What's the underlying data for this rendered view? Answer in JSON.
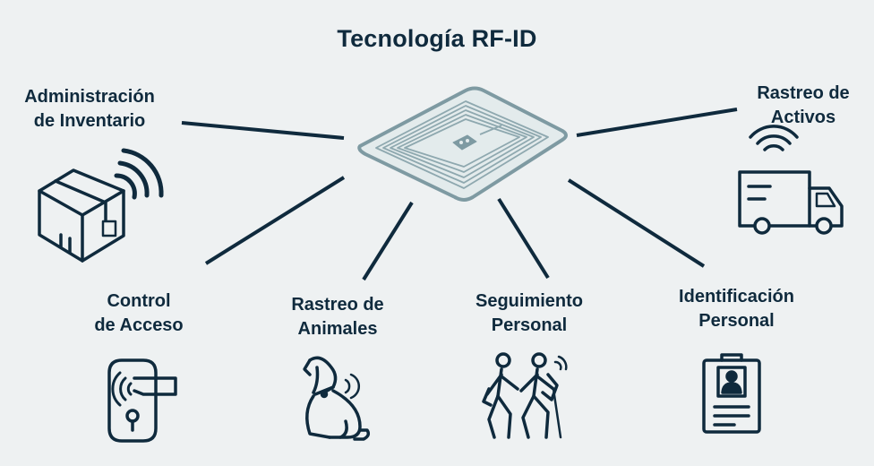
{
  "title": "Tecnología RF-ID",
  "center": {
    "icon": "rfid-tag-icon"
  },
  "applications": [
    {
      "id": "inventario",
      "lines": [
        "Administración",
        "de Inventario"
      ],
      "icon": "rfid-box-icon"
    },
    {
      "id": "activos",
      "lines": [
        "Rastreo de",
        "Activos"
      ],
      "icon": "delivery-truck-icon"
    },
    {
      "id": "acceso",
      "lines": [
        "Control",
        "de Acceso"
      ],
      "icon": "door-handle-icon"
    },
    {
      "id": "animales",
      "lines": [
        "Rastreo de",
        "Animales"
      ],
      "icon": "dog-icon"
    },
    {
      "id": "seguimiento",
      "lines": [
        "Seguimiento",
        "Personal"
      ],
      "icon": "hikers-icon"
    },
    {
      "id": "identificacion",
      "lines": [
        "Identificación",
        "Personal"
      ],
      "icon": "id-badge-icon"
    }
  ],
  "colors": {
    "ink": "#0f2a3d",
    "tag": "#7e9aa2",
    "background": "#eef1f2"
  }
}
